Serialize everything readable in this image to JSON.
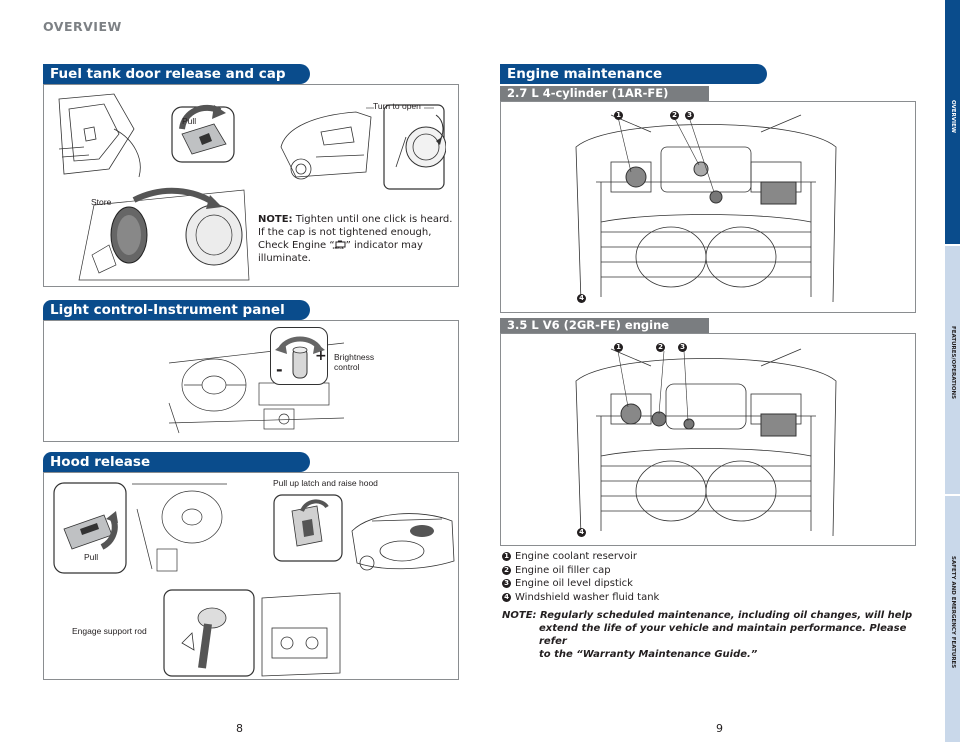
{
  "page_header": "OVERVIEW",
  "sections": {
    "fuel": {
      "title": "Fuel tank door release and cap",
      "labels": {
        "pull": "Pull",
        "turn_to_open": "Turn to open",
        "store": "Store"
      },
      "note_prefix": "NOTE:",
      "note_line1": " Tighten until one click is heard.",
      "note_line2": "If the cap is not tightened enough,",
      "note_line3a": "Check Engine “",
      "note_icon_text": "CHECK",
      "note_line3b": "” indicator may",
      "note_line4": "illuminate."
    },
    "light": {
      "title": "Light control-Instrument panel",
      "labels": {
        "brightness": "Brightness",
        "control": "control",
        "minus": "-",
        "plus": "+"
      }
    },
    "hood": {
      "title": "Hood release",
      "labels": {
        "pull": "Pull",
        "pull_up": "Pull up latch and raise hood",
        "engage": "Engage support rod"
      }
    },
    "engine": {
      "title": "Engine maintenance",
      "sub1": "2.7 L 4-cylinder (1AR-FE) engine",
      "sub2": "3.5 L V6 (2GR-FE) engine",
      "callouts": [
        "1",
        "2",
        "3",
        "4"
      ],
      "legend": [
        {
          "num": "1",
          "text": "Engine coolant reservoir"
        },
        {
          "num": "2",
          "text": "Engine oil filler cap"
        },
        {
          "num": "3",
          "text": "Engine oil level dipstick"
        },
        {
          "num": "4",
          "text": "Windshield washer fluid tank"
        }
      ],
      "note_prefix": "NOTE:",
      "note_line1": " Regularly scheduled maintenance, including oil changes, will help",
      "note_line2": "extend the life of your vehicle and maintain performance. Please refer",
      "note_line3": "to the “Warranty Maintenance Guide.”"
    }
  },
  "page_numbers": {
    "left": "8",
    "right": "9"
  },
  "side_tabs": [
    {
      "label": "OVERVIEW",
      "color": "#0a4c8c"
    },
    {
      "label": "FEATURES/OPERATIONS",
      "color": "#c9d8ea"
    },
    {
      "label": "SAFETY AND EMERGENCY FEATURES",
      "color": "#c9d8ea"
    }
  ]
}
